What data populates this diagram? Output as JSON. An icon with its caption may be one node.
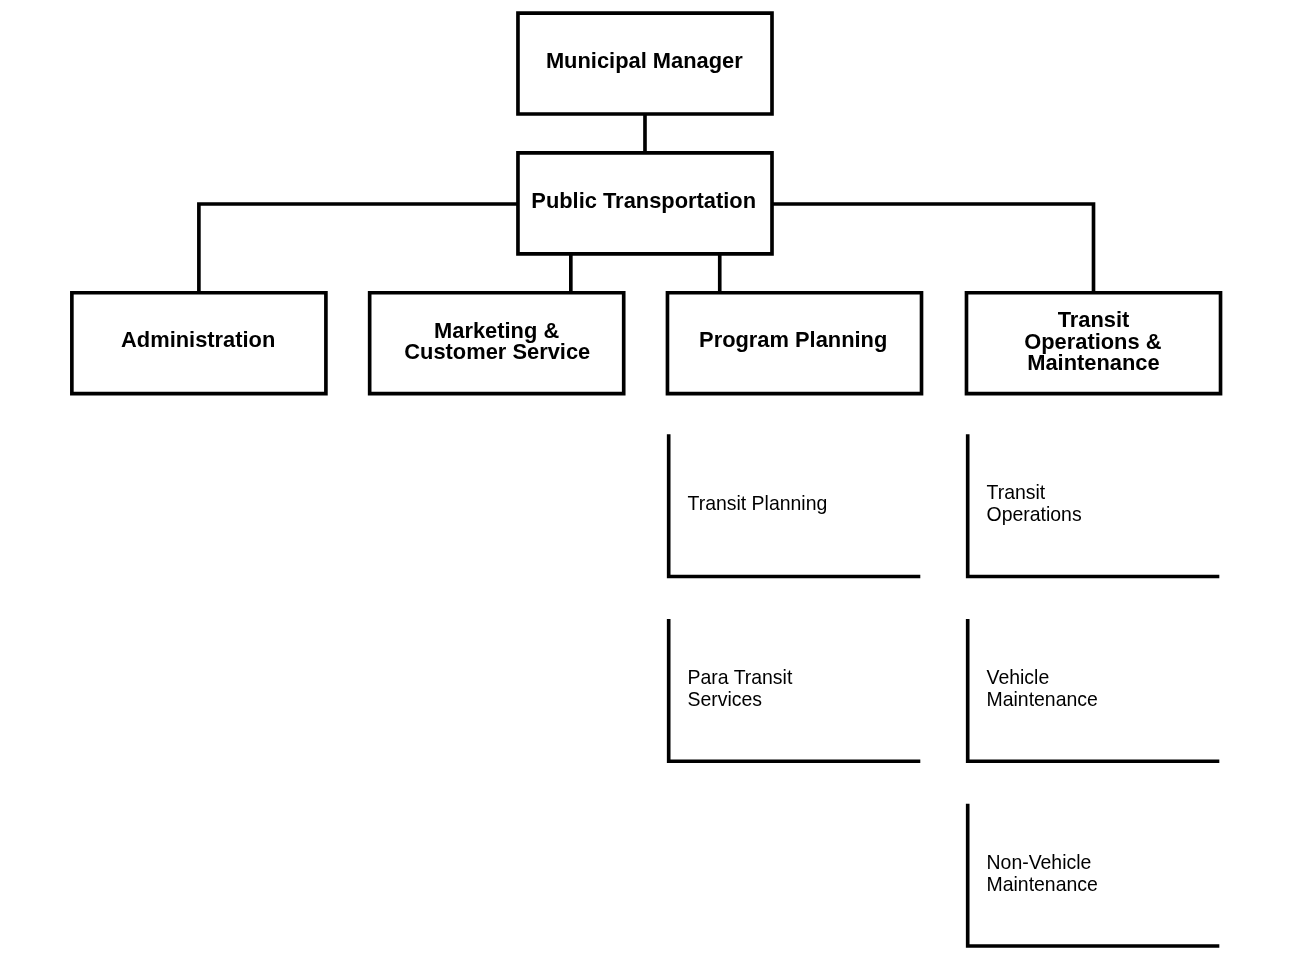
{
  "diagram": {
    "nodes": [
      {
        "text": [
          "Municipal Manager"
        ]
      },
      {
        "text": [
          "Public Transportation"
        ]
      },
      {
        "text": [
          "Administration"
        ]
      },
      {
        "text": [
          "Marketing & Customer Service"
        ]
      },
      {
        "text": [
          "Program Planning"
        ]
      },
      {
        "text": [
          "Transit Operations & Maintenance"
        ]
      },
      {
        "text": [
          "Transit Planning"
        ]
      },
      {
        "text": [
          "Para Transit Services"
        ]
      },
      {
        "text": [
          "Transit Operations"
        ]
      },
      {
        "text": [
          "Vehicle Maintenance"
        ]
      },
      {
        "text": [
          "Non-Vehicle Maintenance"
        ]
      }
    ],
    "edges": [
      {
        "from": 0,
        "to": 1,
        "arrow": "none"
      },
      {
        "from": 1,
        "to": 2,
        "arrow": "none"
      },
      {
        "from": 1,
        "to": 3,
        "arrow": "none"
      },
      {
        "from": 1,
        "to": 4,
        "arrow": "none"
      },
      {
        "from": 1,
        "to": 5,
        "arrow": "none"
      }
    ]
  }
}
